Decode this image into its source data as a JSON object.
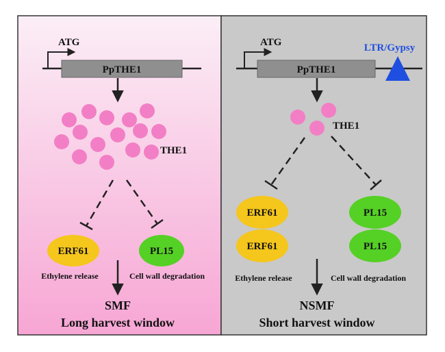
{
  "left_panel": {
    "atg": "ATG",
    "gene": "PpTHE1",
    "protein": "THE1",
    "erf": "ERF61",
    "pl": "PL15",
    "erf_caption": "Ethylene release",
    "pl_caption": "Cell wall degradation",
    "result": "SMF",
    "harvest": "Long harvest window"
  },
  "right_panel": {
    "atg": "ATG",
    "gene": "PpTHE1",
    "insertion": "LTR/Gypsy",
    "protein": "THE1",
    "erf": "ERF61",
    "pl": "PL15",
    "erf_caption": "Ethylene release",
    "pl_caption": "Cell wall degradation",
    "result": "NSMF",
    "harvest": "Short harvest window"
  },
  "colors": {
    "left_bg_top": "#fbeef6",
    "left_bg_bottom": "#f7a6d4",
    "right_bg": "#c9c9c9",
    "gene_box": "#8f8f8f",
    "protein_dot": "#f27fc5",
    "erf": "#f5c61c",
    "pl": "#55d025",
    "insertion": "#1f4fe0"
  }
}
